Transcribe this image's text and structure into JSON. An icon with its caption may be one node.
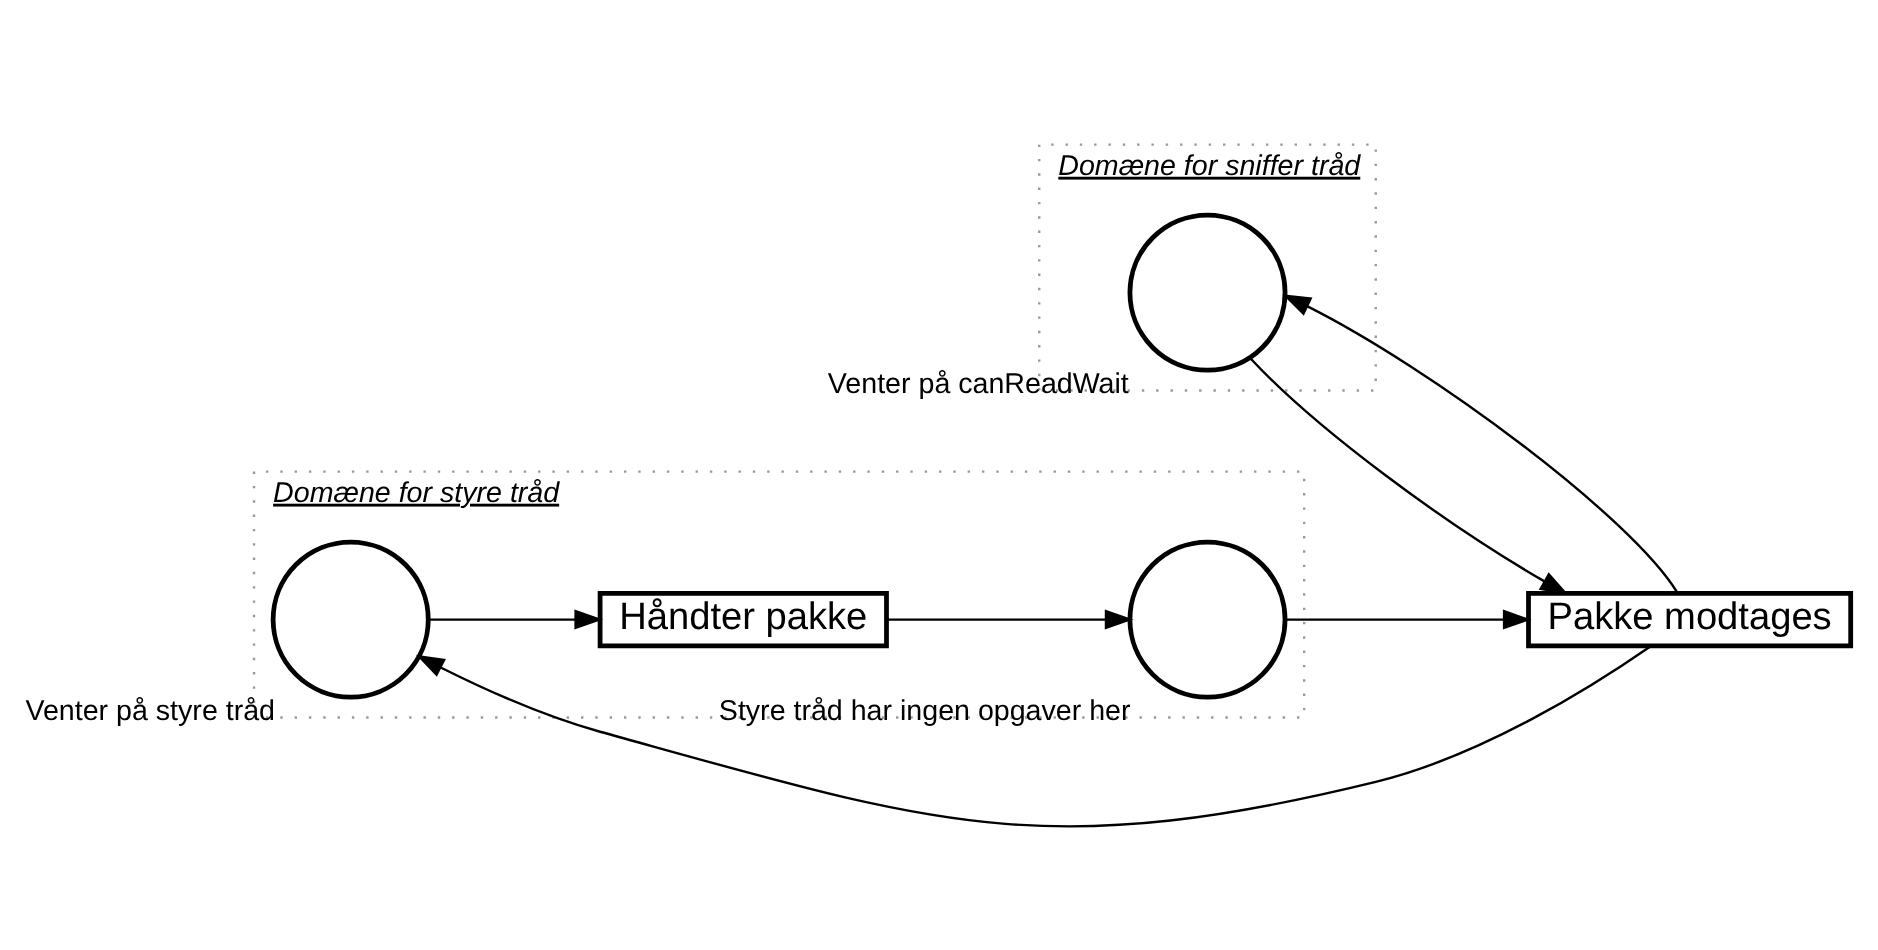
{
  "diagram": {
    "nodes": [
      {
        "text": [
          "Domæne for styre tråd"
        ]
      },
      {
        "text": [
          "Domæne for sniffer tråd"
        ]
      },
      {
        "text": [],
        "shape": "circle",
        "beside": [
          "Styre tråd har ingen opgaver her"
        ],
        "in": 0
      },
      {
        "text": [
          "Håndter pakke"
        ],
        "in": 0
      },
      {
        "text": [
          "Pakke modtages"
        ]
      },
      {
        "text": [],
        "shape": "circle",
        "beside": [
          "Venter på styre tråd"
        ],
        "in": 0
      },
      {
        "text": [],
        "shape": "circle",
        "beside": [
          "Venter på canReadWait"
        ],
        "in": 1
      }
    ],
    "edges": [
      {
        "from": 3,
        "to": 2,
        "arrow": "to"
      },
      {
        "from": 2,
        "to": 4,
        "arrow": "to"
      },
      {
        "from": 4,
        "to": 5,
        "arrow": "to"
      },
      {
        "from": 5,
        "to": 3,
        "arrow": "to"
      },
      {
        "from": 6,
        "to": 4,
        "arrow": "to"
      },
      {
        "from": 4,
        "to": 6,
        "arrow": "to"
      }
    ]
  }
}
